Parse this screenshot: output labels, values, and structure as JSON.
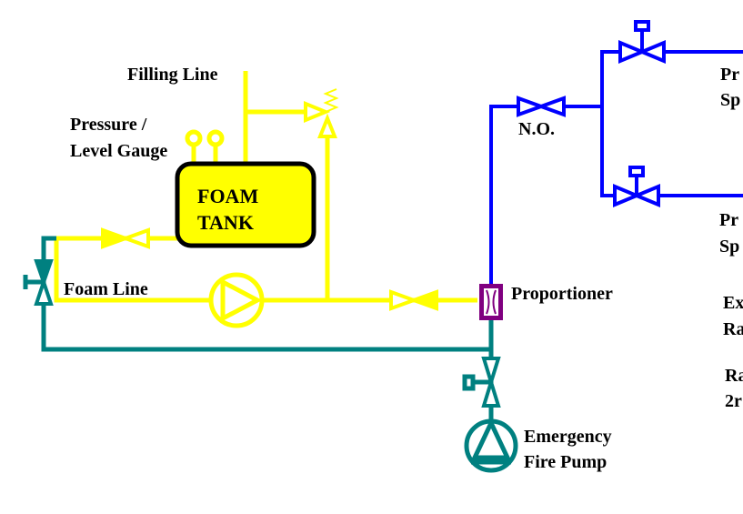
{
  "colors": {
    "foam": "#ffff00",
    "water": "#0000ff",
    "emergency": "#008080",
    "proportioner": "#800080",
    "tank_border": "#000000"
  },
  "labels": {
    "filling_line": "Filling Line",
    "gauge_1": "Pressure /",
    "gauge_2": "Level Gauge",
    "tank_1": "FOAM",
    "tank_2": "TANK",
    "foam_line": "Foam Line",
    "normally_open": "N.O.",
    "proportioner": "Proportioner",
    "pump_1": "Emergency",
    "pump_2": "Fire Pump",
    "right_1a": "Pr",
    "right_1b": "Sp",
    "right_2a": "Pr",
    "right_2b": "Sp",
    "right_3a": "Ex",
    "right_3b": "Ra",
    "right_4a": "Ra",
    "right_4b": "2r"
  }
}
